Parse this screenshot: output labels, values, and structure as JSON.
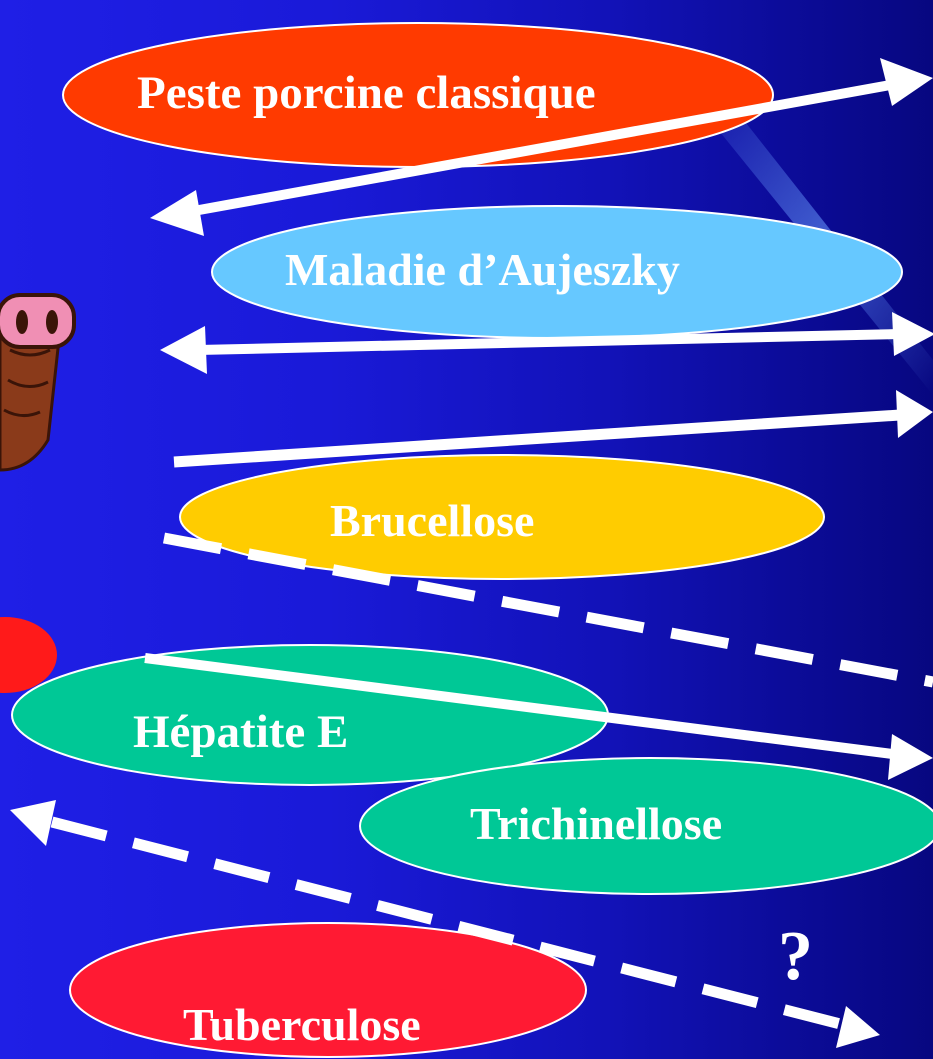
{
  "diseases": {
    "peste": {
      "label": "Peste porcine classique",
      "color": "#ff3a00"
    },
    "aujeszky": {
      "label": "Maladie d’Aujeszky",
      "color": "#66c8ff"
    },
    "brucellose": {
      "label": "Brucellose",
      "color": "#ffcc00"
    },
    "hepatite": {
      "label": "Hépatite E",
      "color": "#00c896"
    },
    "trichinellose": {
      "label": "Trichinellose",
      "color": "#00c896"
    },
    "tuberculose": {
      "label": "Tuberculose",
      "color": "#ff1a33"
    }
  },
  "question_mark": "?",
  "icons": {
    "pig": "pig-icon",
    "red_blob": "red-blob"
  },
  "colors": {
    "arrow": "#ffffff",
    "background_left": "#1f1fe6",
    "background_right": "#070780"
  }
}
